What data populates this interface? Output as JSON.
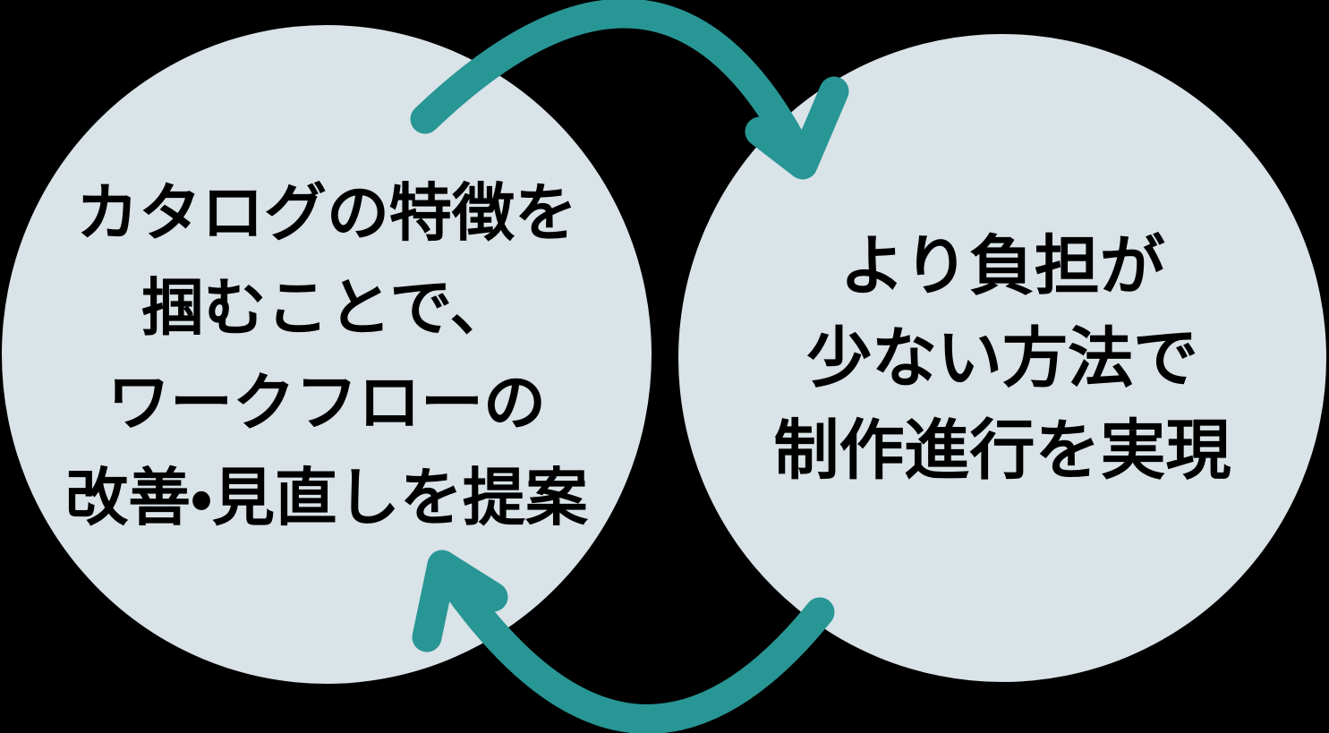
{
  "colors": {
    "background": "#000000",
    "circle_fill": "#d9e3e8",
    "arrow": "#289695",
    "text": "#000000"
  },
  "left_circle": {
    "lines": [
      "カタログの特徴を",
      "掴むことで、",
      "ワークフローの",
      "改善・見直しを提案"
    ]
  },
  "right_circle": {
    "lines": [
      "より負担が",
      "少ない方法で",
      "制作進行を実現"
    ]
  }
}
